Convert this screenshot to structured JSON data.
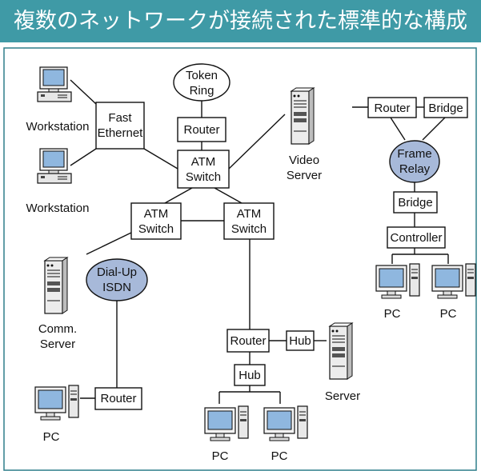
{
  "title": "複数のネットワークが接続された標準的な構成",
  "colors": {
    "title_bg": "#3f9aa6",
    "title_text": "#ffffff",
    "cloud_fill": "#a7b9d9",
    "screen_fill": "#8fb7df",
    "line": "#111111",
    "frame": "#2f7f8a"
  },
  "labels": {
    "workstation1": "Workstation",
    "workstation2": "Workstation",
    "fast_ethernet_1": "Fast",
    "fast_ethernet_2": "Ethernet",
    "token_ring_1": "Token",
    "token_ring_2": "Ring",
    "router_top": "Router",
    "atm_main_1": "ATM",
    "atm_main_2": "Switch",
    "atm_left_1": "ATM",
    "atm_left_2": "Switch",
    "atm_right_1": "ATM",
    "atm_right_2": "Switch",
    "video_server_1": "Video",
    "video_server_2": "Server",
    "router_right": "Router",
    "bridge_top": "Bridge",
    "frame_relay_1": "Frame",
    "frame_relay_2": "Relay",
    "bridge_mid": "Bridge",
    "controller": "Controller",
    "pc_right1": "PC",
    "pc_right2": "PC",
    "dialup_1": "Dial-Up",
    "dialup_2": "ISDN",
    "comm_server_1": "Comm.",
    "comm_server_2": "Server",
    "router_center": "Router",
    "hub_right": "Hub",
    "hub_center": "Hub",
    "server": "Server",
    "router_bottom_left": "Router",
    "pc_left": "PC",
    "pc_bottom1": "PC",
    "pc_bottom2": "PC"
  },
  "icons": {
    "workstation": "workstation-icon",
    "server": "server-tower-icon",
    "pc": "pc-icon"
  }
}
